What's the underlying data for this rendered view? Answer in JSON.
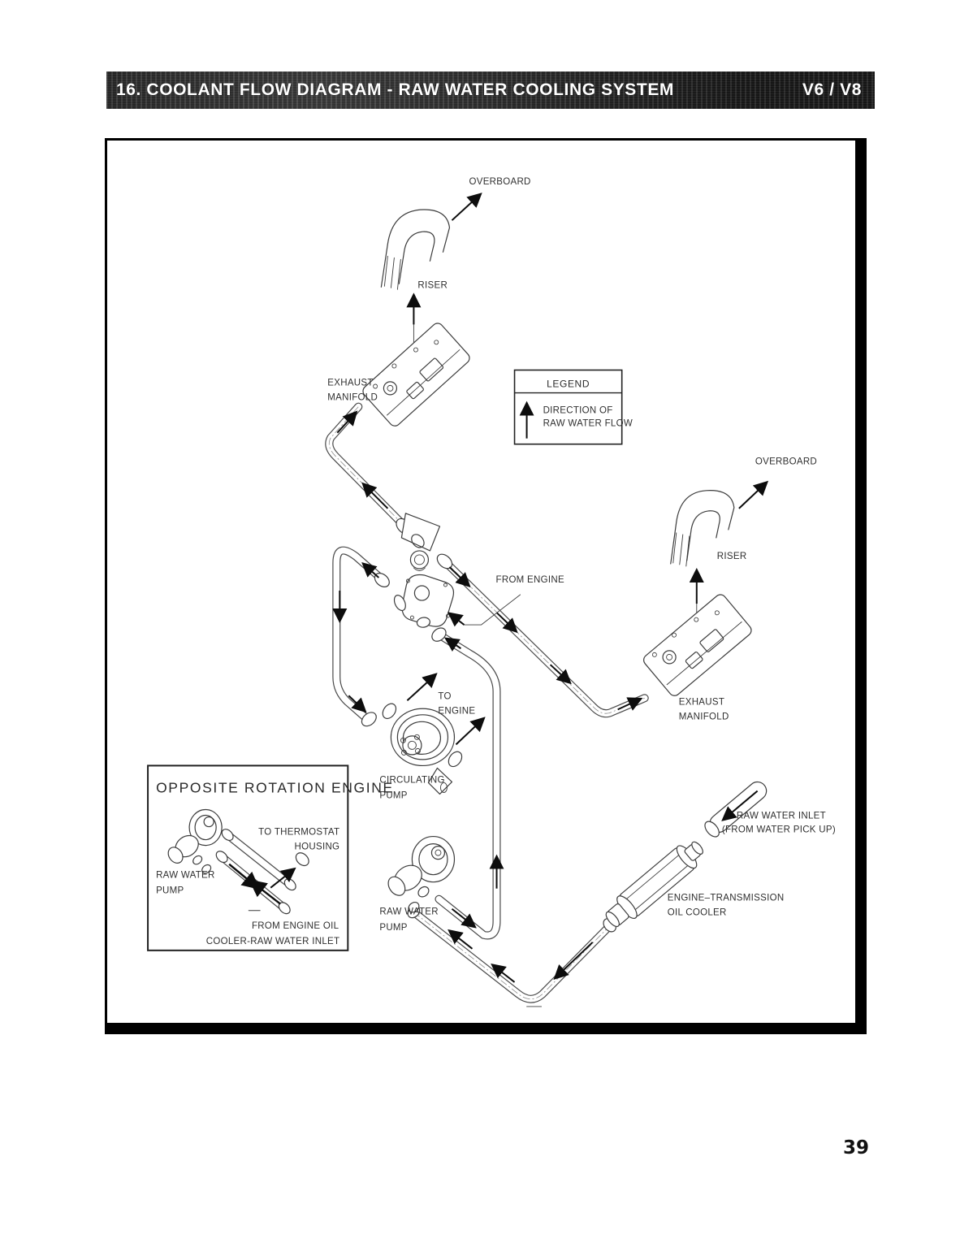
{
  "page": {
    "number": "39"
  },
  "header": {
    "title": "16. COOLANT FLOW DIAGRAM - RAW WATER COOLING SYSTEM",
    "badge": "V6 / V8"
  },
  "legend": {
    "title": "LEGEND",
    "direction_line1": "DIRECTION OF",
    "direction_line2": "RAW WATER FLOW"
  },
  "diagram": {
    "overboard_left": "OVERBOARD",
    "riser_left": "RISER",
    "exhaust_manifold_left_line1": "EXHAUST",
    "exhaust_manifold_left_line2": "MANIFOLD",
    "overboard_right": "OVERBOARD",
    "riser_right": "RISER",
    "exhaust_manifold_right_line1": "EXHAUST",
    "exhaust_manifold_right_line2": "MANIFOLD",
    "from_engine": "FROM ENGINE",
    "to_engine_line1": "TO",
    "to_engine_line2": "ENGINE",
    "circulating_pump_line1": "CIRCULATING",
    "circulating_pump_line2": "PUMP",
    "raw_water_pump_line1": "RAW WATER",
    "raw_water_pump_line2": "PUMP",
    "oil_cooler_line1": "ENGINE–TRANSMISSION",
    "oil_cooler_line2": "OIL COOLER",
    "raw_water_inlet_line1": "RAW WATER INLET",
    "raw_water_inlet_line2": "(FROM WATER PICK UP)"
  },
  "inset": {
    "title": "OPPOSITE ROTATION ENGINE",
    "to_thermostat_line1": "TO THERMOSTAT",
    "to_thermostat_line2": "HOUSING",
    "raw_water_pump_line1": "RAW WATER",
    "raw_water_pump_line2": "PUMP",
    "from_engine_oil_line1": "FROM ENGINE OIL",
    "from_engine_oil_line2": "COOLER-RAW WATER INLET"
  },
  "colors": {
    "ink": "#2f2f2f",
    "header_bg": "#181818",
    "paper": "#ffffff"
  }
}
